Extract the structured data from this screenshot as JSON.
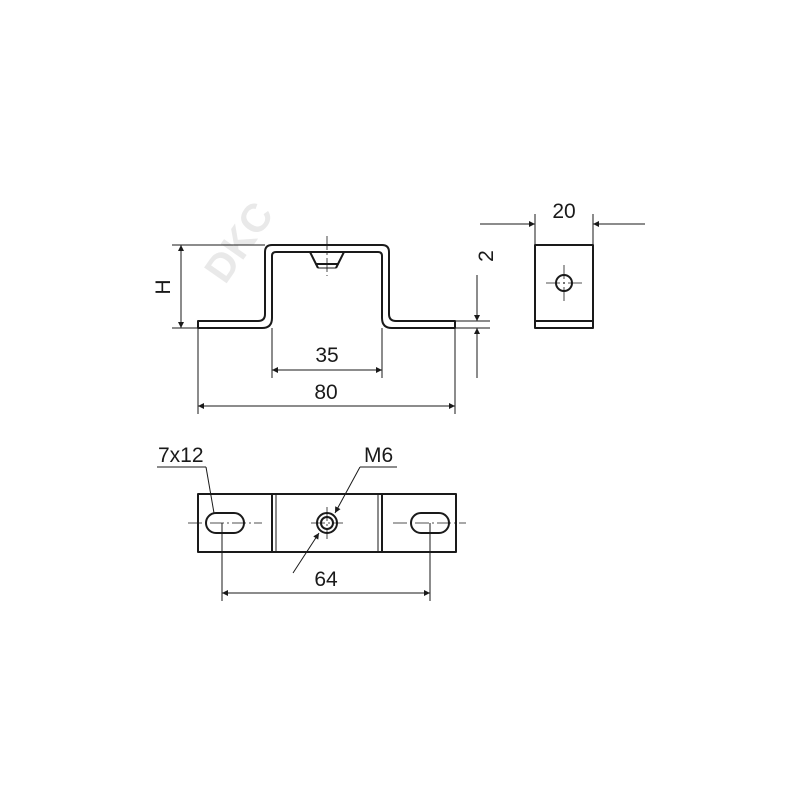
{
  "watermark": "DKC",
  "dimensions": {
    "width": "20",
    "thickness": "2",
    "height": "H",
    "inner_width": "35",
    "overall_length": "80",
    "slot": "7x12",
    "thread": "M6",
    "hole_pitch": "64"
  }
}
